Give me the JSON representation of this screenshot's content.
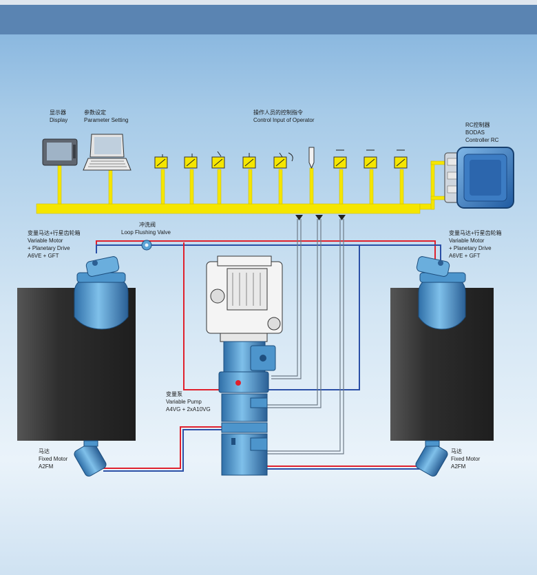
{
  "labels": {
    "display": {
      "cn": "显示器",
      "en": "Display"
    },
    "parameter": {
      "cn": "参数设定",
      "en": "Parameter Setting"
    },
    "control_input": {
      "cn": "操作人员的控制指令",
      "en": "Control Input of Operator"
    },
    "rc": {
      "cn": "RC控制器",
      "en1": "BODAS",
      "en2": "Controller RC"
    },
    "flush": {
      "cn": "冲洗阀",
      "en": "Loop Flushing Valve"
    },
    "var_motor_left": {
      "cn": "变量马达+行星齿轮箱",
      "en1": "Variable Motor",
      "en2": "+ Planetary Drive",
      "en3": "A6VE + GFT"
    },
    "var_motor_right": {
      "cn": "变量马达+行星齿轮箱",
      "en1": "Variable Motor",
      "en2": "+ Planetary Drive",
      "en3": "A6VE + GFT"
    },
    "pump": {
      "cn": "变量泵",
      "en1": "Variable Pump",
      "en2": "A4VG + 2xA10VG"
    },
    "fixed_left": {
      "cn": "马达",
      "en1": "Fixed Motor",
      "en2": "A2FM"
    },
    "fixed_right": {
      "cn": "马达",
      "en1": "Fixed Motor",
      "en2": "A2FM"
    }
  },
  "colors": {
    "bus": "#f5e600",
    "hyd_red": "#e0202c",
    "hyd_blue": "#2a4fa6",
    "component_blue": "#5aa3d6",
    "wheel": "#3b3b3b",
    "banner": "#5a84b2"
  },
  "icons": [
    "monitor-icon",
    "laptop-icon",
    "sensor-icon",
    "rc-controller-icon",
    "pump-icon",
    "engine-icon",
    "motor-icon"
  ]
}
